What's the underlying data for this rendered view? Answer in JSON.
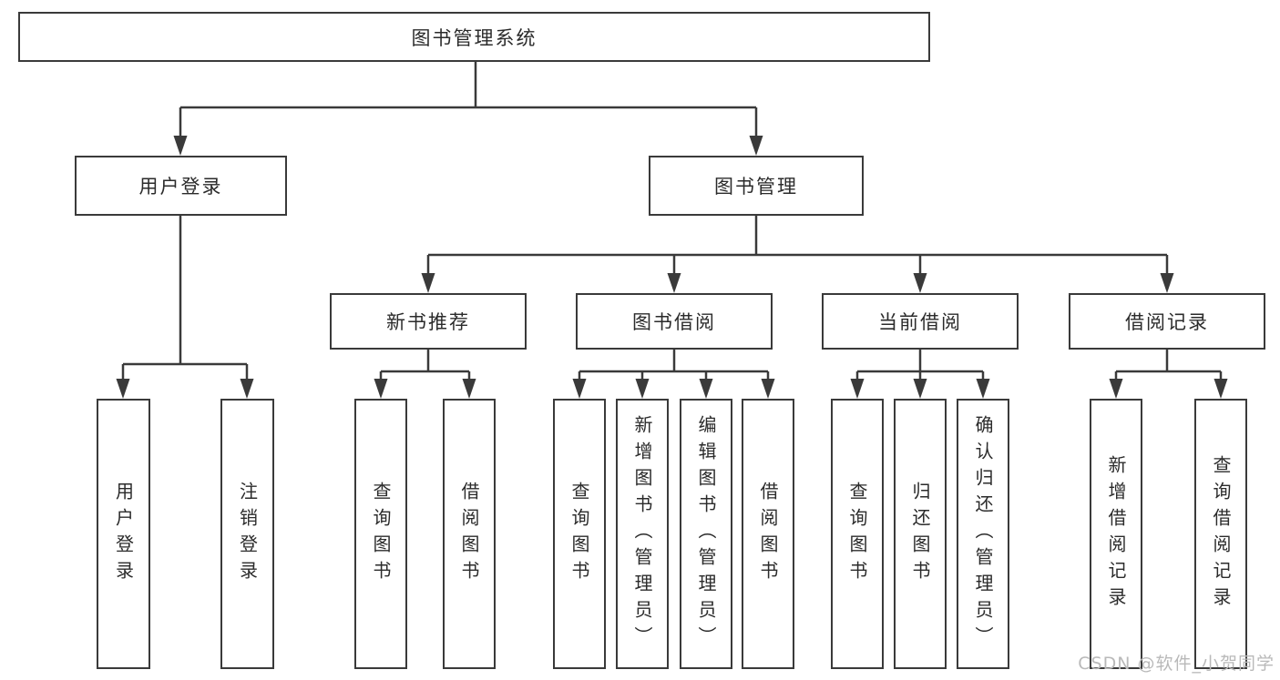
{
  "diagram": {
    "type": "tree",
    "root": {
      "label": "图书管理系统",
      "children": [
        {
          "label": "用户登录",
          "children": [
            {
              "label": "用户登录"
            },
            {
              "label": "注销登录"
            }
          ]
        },
        {
          "label": "图书管理",
          "children": [
            {
              "label": "新书推荐",
              "children": [
                {
                  "label": "查询图书"
                },
                {
                  "label": "借阅图书"
                }
              ]
            },
            {
              "label": "图书借阅",
              "children": [
                {
                  "label": "查询图书"
                },
                {
                  "label": "新增图书（管理员）"
                },
                {
                  "label": "编辑图书（管理员）"
                },
                {
                  "label": "借阅图书"
                }
              ]
            },
            {
              "label": "当前借阅",
              "children": [
                {
                  "label": "查询图书"
                },
                {
                  "label": "归还图书"
                },
                {
                  "label": "确认归还（管理员）"
                }
              ]
            },
            {
              "label": "借阅记录",
              "children": [
                {
                  "label": "新增借阅记录"
                },
                {
                  "label": "查询借阅记录"
                }
              ]
            }
          ]
        }
      ]
    },
    "watermark": "CSDN @软件_小贺同学",
    "colors": {
      "line": "#3a3a3a",
      "box_border": "#3a3a3a",
      "text": "#2b2b2b",
      "watermark": "#b9b9b9",
      "background": "#ffffff"
    }
  }
}
